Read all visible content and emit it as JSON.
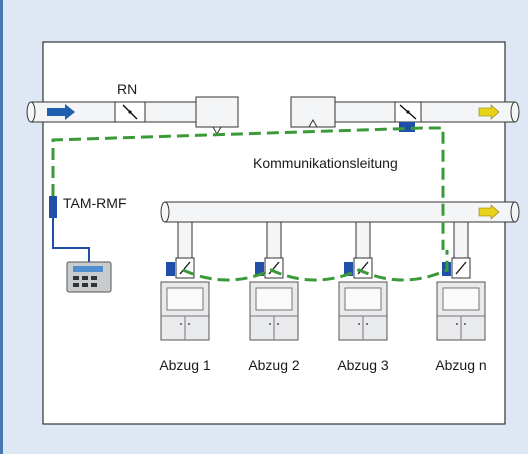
{
  "labels": {
    "rn": "RN",
    "tam_rmf": "TAM-RMF",
    "communication_line": "Kommunikationsleitung"
  },
  "fume_hoods": [
    "Abzug 1",
    "Abzug 2",
    "Abzug 3",
    "Abzug n"
  ],
  "colors": {
    "background": "#dde8f4",
    "frame_border": "#4a78b0",
    "duct_fill": "#f4f5f6",
    "communication_line": "#3a9a3a",
    "supply_arrow": "#1f5fb0",
    "exhaust_arrow": "#e8d21a",
    "sensor_blue": "#1f4fa8"
  },
  "icons": [
    "damper-icon",
    "control-panel-icon",
    "fume-hood-icon",
    "flow-arrow-icon"
  ]
}
